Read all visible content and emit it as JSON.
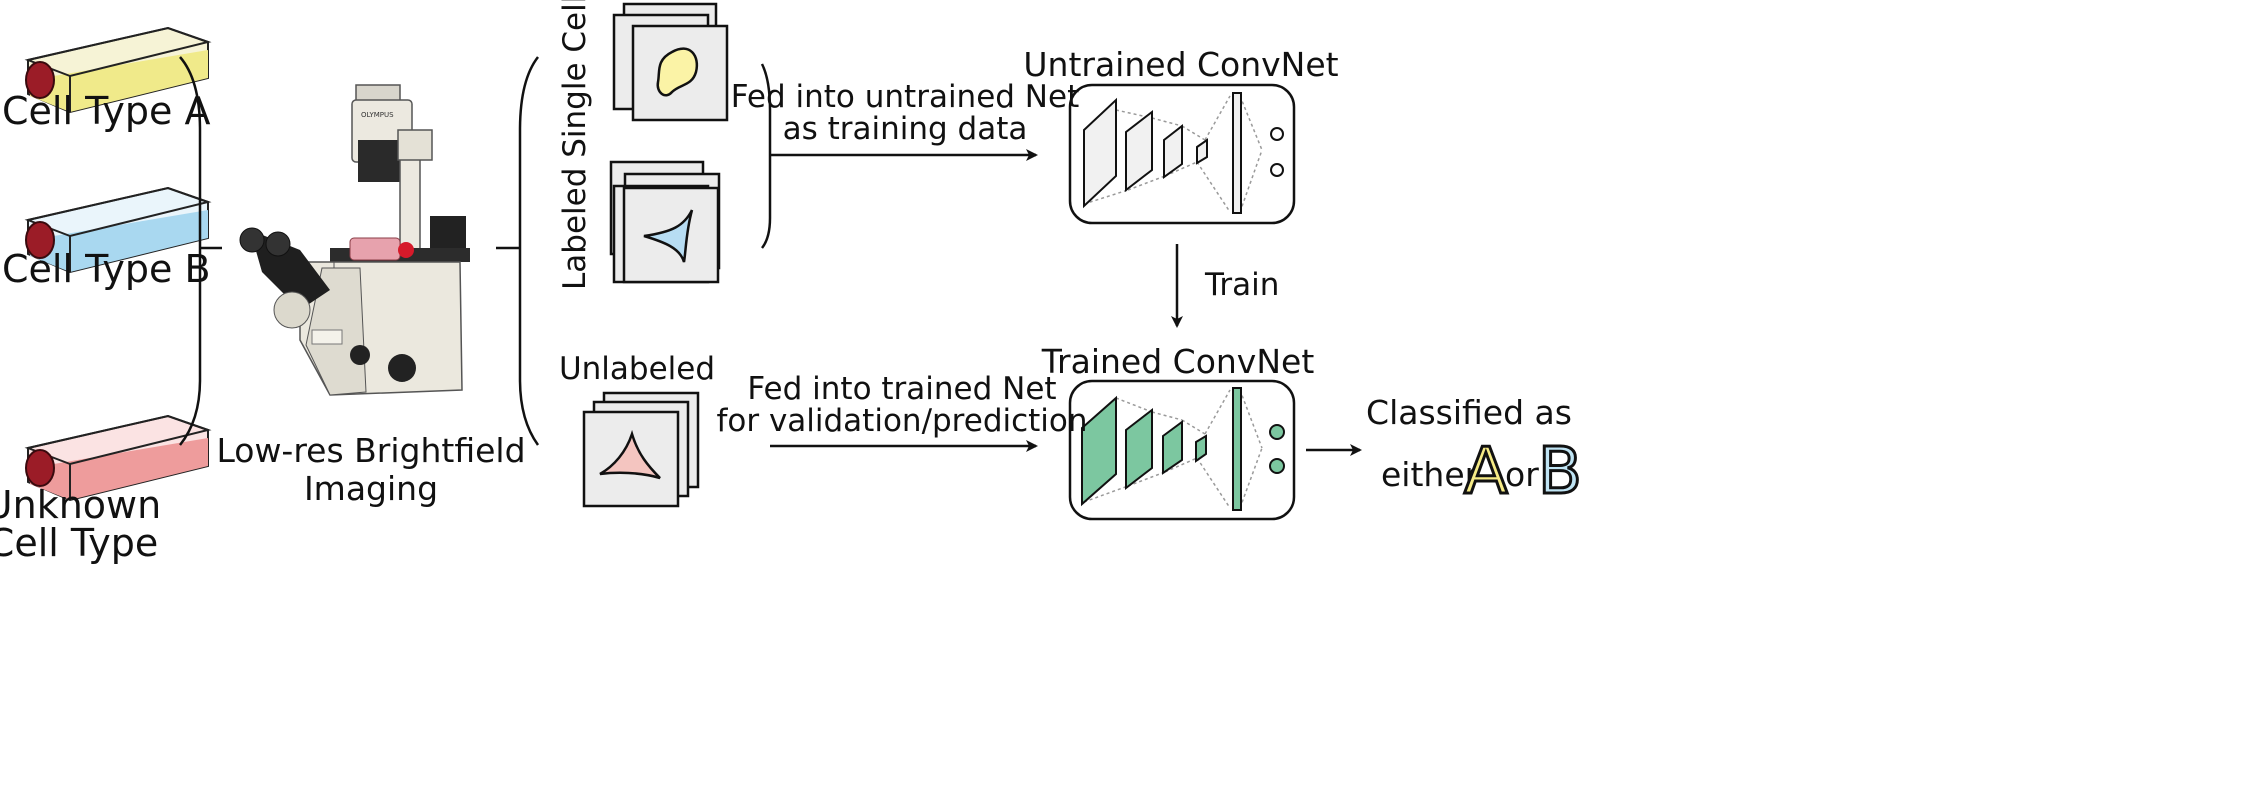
{
  "flasks": [
    {
      "label": "Cell Type A",
      "fill": "#f3ee9a",
      "liquid": "#f0ea8a"
    },
    {
      "label": "Cell Type B",
      "fill": "#bfe2f4",
      "liquid": "#a9d8f0"
    },
    {
      "label_lines": [
        "Unknown",
        "Cell Type"
      ],
      "fill": "#f2b3b3",
      "liquid": "#ee9c9c"
    }
  ],
  "microscope": {
    "caption_lines": [
      "Low-res Brightfield",
      "Imaging"
    ],
    "brand_text": "OLYMPUS"
  },
  "labeled_images": {
    "label": "Labeled Single Cell Images",
    "cell_a_color": "#fbf3a6",
    "cell_b_color": "#b7ddf3"
  },
  "unlabeled_images": {
    "label": "Unlabeled",
    "cell_color": "#f4c5c0"
  },
  "arrows": {
    "to_untrained": [
      "Fed into untrained Net",
      "as training data"
    ],
    "train": "Train",
    "to_trained": [
      "Fed into trained Net",
      "for validation/prediction"
    ]
  },
  "untrained_net": {
    "title": "Untrained ConvNet",
    "layer_fill": "#f1f1f1"
  },
  "trained_net": {
    "title": "Trained ConvNet",
    "layer_fill": "#7cc7a0"
  },
  "result": {
    "line1": "Classified as",
    "either": "either",
    "letter_a": "A",
    "or": "or",
    "letter_b": "B"
  }
}
